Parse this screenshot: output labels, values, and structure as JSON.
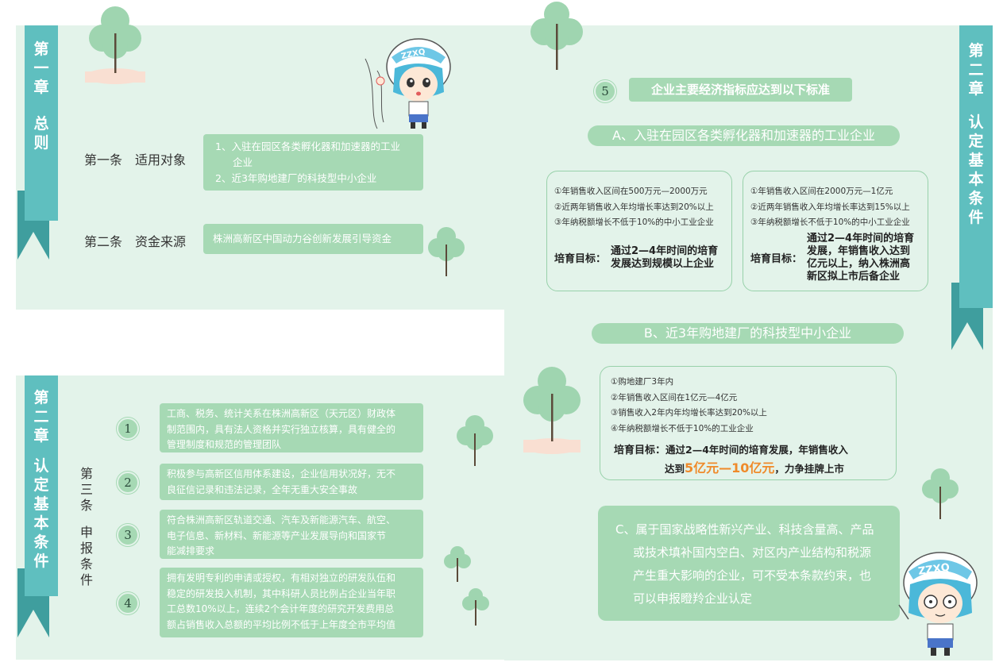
{
  "colors": {
    "panel_bg": "#e3f3ea",
    "ribbon": "#5fbfbf",
    "ribbon_dark": "#3f9e9e",
    "box_green": "#a6d9b4",
    "tree": "#9fd5b0",
    "highlight": "#ef8a2a"
  },
  "ch1": {
    "ribbon_text": [
      "第",
      "一",
      "章",
      "",
      "总",
      "则"
    ],
    "art1_label": "第一条",
    "art1_title": "适用对象",
    "art1_items": [
      "1、入驻在园区各类孵化器和加速器的工业",
      "企业",
      "2、近3年购地建厂的科技型中小企业"
    ],
    "art2_label": "第二条",
    "art2_title": "资金来源",
    "art2_text": "株洲高新区中国动力谷创新发展引导资金"
  },
  "ch2_left": {
    "ribbon_text": [
      "第",
      "二",
      "章",
      "",
      "认",
      "定",
      "基",
      "本",
      "条",
      "件"
    ],
    "art3_vert": [
      "第",
      "三",
      "条",
      "",
      "申",
      "报",
      "条",
      "件"
    ],
    "conditions": [
      {
        "num": "1",
        "lines": [
          "工商、税务、统计关系在株洲高新区（天元区）财政体",
          "制范围内，具有法人资格并实行独立核算，具有健全的",
          "管理制度和规范的管理团队"
        ]
      },
      {
        "num": "2",
        "lines": [
          "积极参与高新区信用体系建设，企业信用状况好，无不",
          "良征信记录和违法记录，全年无重大安全事故"
        ]
      },
      {
        "num": "3",
        "lines": [
          "符合株洲高新区轨道交通、汽车及新能源汽车、航空、",
          "电子信息、新材料、新能源等产业发展导向和国家节",
          "能减排要求"
        ]
      },
      {
        "num": "4",
        "lines": [
          "拥有发明专利的申请或授权，有相对独立的研发队伍和",
          "稳定的研发投入机制，其中科研人员比例占企业当年职",
          "工总数10%以上，连续2个会计年度的研究开发费用总",
          "额占销售收入总额的平均比例不低于上年度全市平均值"
        ]
      }
    ]
  },
  "ch2_right": {
    "ribbon_text": [
      "第",
      "二",
      "章",
      "",
      "认",
      "定",
      "基",
      "本",
      "条",
      "件"
    ],
    "sec5_num": "5",
    "sec5_title": "企业主要经济指标应达到以下标准",
    "sec_a_title": "A、入驻在园区各类孵化器和加速器的工业企业",
    "card_a1": {
      "items": [
        "①年销售收入区间在500万元—2000万元",
        "②近两年销售收入年均增长率达到20%以上",
        "③年纳税额增长不低于10%的中小工业企业"
      ],
      "goal_label": "培育目标：",
      "goal_lines": [
        "通过2—4年时间的培育",
        "发展达到规模以上企业"
      ]
    },
    "card_a2": {
      "items": [
        "①年销售收入区间在2000万元—1亿元",
        "②近两年销售收入年均增长率达到15%以上",
        "③年纳税额增长不低于10%的中小工业企业"
      ],
      "goal_label": "培育目标：",
      "goal_lines": [
        "通过2—4年时间的培育",
        "发展，年销售收入达到",
        "亿元以上，纳入株洲高",
        "新区拟上市后备企业"
      ]
    },
    "sec_b_title": "B、近3年购地建厂的科技型中小企业",
    "card_b": {
      "items": [
        "①购地建厂3年内",
        "②年销售收入区间在1亿元—4亿元",
        "③销售收入2年内年均增长率达到20%以上",
        "④年纳税额增长不低于10%的工业企业"
      ],
      "goal_label": "培育目标：",
      "goal_line1": "通过2—4年时间的培育发展，年销售收入",
      "goal_pre": "达到",
      "goal_highlight": "5亿元—10亿元",
      "goal_post": "，力争挂牌上市"
    },
    "sec_c_lines": [
      "C、属于国家战略性新兴产业、科技含量高、产品",
      "或技术填补国内空白、对区内产业结构和税源",
      "产生重大影响的企业，可不受本条款约束，也",
      "可以申报瞪羚企业认定"
    ]
  },
  "mascot": {
    "helmet_text": "ZZXQ"
  }
}
